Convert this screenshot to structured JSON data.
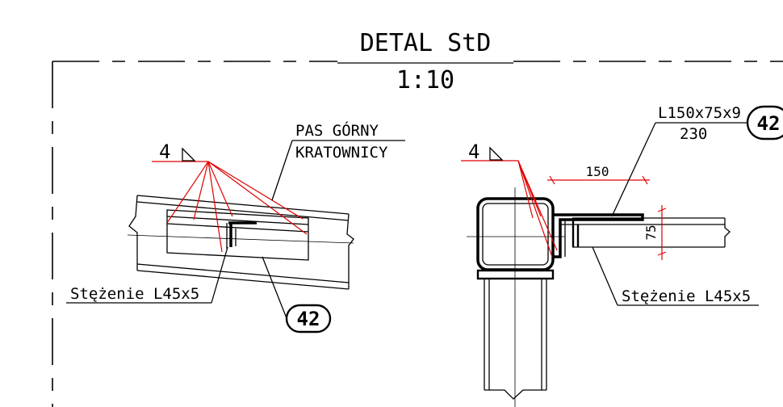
{
  "detail": {
    "title": "DETAL StD",
    "scale": "1:10"
  },
  "left_view": {
    "weld_size": "4",
    "chord_label_line1": "PAS GÓRNY",
    "chord_label_line2": "KRATOWNICY",
    "bracing_label": "Stężenie L45x5",
    "part_mark": "42"
  },
  "right_view": {
    "weld_size": "4",
    "angle_profile": "L150x75x9",
    "angle_length": "230",
    "part_mark": "42",
    "dim_horizontal": "150",
    "dim_vertical": "75",
    "bracing_label": "Stężenie L45x5"
  },
  "colors": {
    "linework": "#000000",
    "weld_leaders": "#e00000",
    "background": "#ffffff"
  }
}
